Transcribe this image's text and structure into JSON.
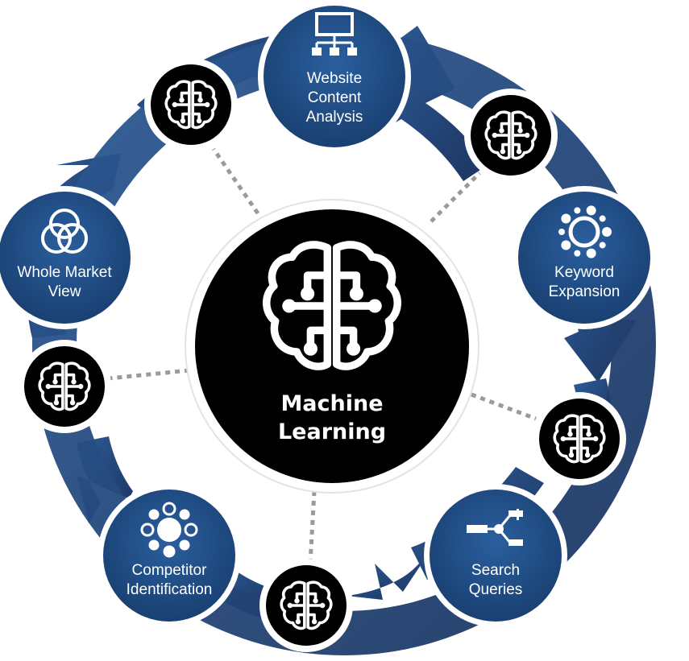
{
  "center": {
    "title_lines": [
      "Machine",
      "Learning"
    ],
    "icon": "brain-circuit-icon"
  },
  "nodes": [
    {
      "id": "website-content-analysis",
      "lines": [
        "Website",
        "Content",
        "Analysis"
      ],
      "icon": "sitemap-icon"
    },
    {
      "id": "keyword-expansion",
      "lines": [
        "Keyword",
        "Expansion"
      ],
      "icon": "network-ring-icon"
    },
    {
      "id": "search-queries",
      "lines": [
        "Search",
        "Queries"
      ],
      "icon": "query-tree-icon"
    },
    {
      "id": "competitor-identification",
      "lines": [
        "Competitor",
        "Identification"
      ],
      "icon": "cluster-icon"
    },
    {
      "id": "whole-market-view",
      "lines": [
        "Whole Market",
        "View"
      ],
      "icon": "venn-icon"
    }
  ],
  "connectors": 5,
  "colors": {
    "ring_dark": "#1c3560",
    "ring_light": "#2d5b97",
    "node_fill": "#1f4c84",
    "node_border": "#ffffff",
    "center_fill": "#000000",
    "brain_node_fill": "#000000",
    "dotted_line": "#9a9a9a",
    "text": "#ffffff"
  }
}
